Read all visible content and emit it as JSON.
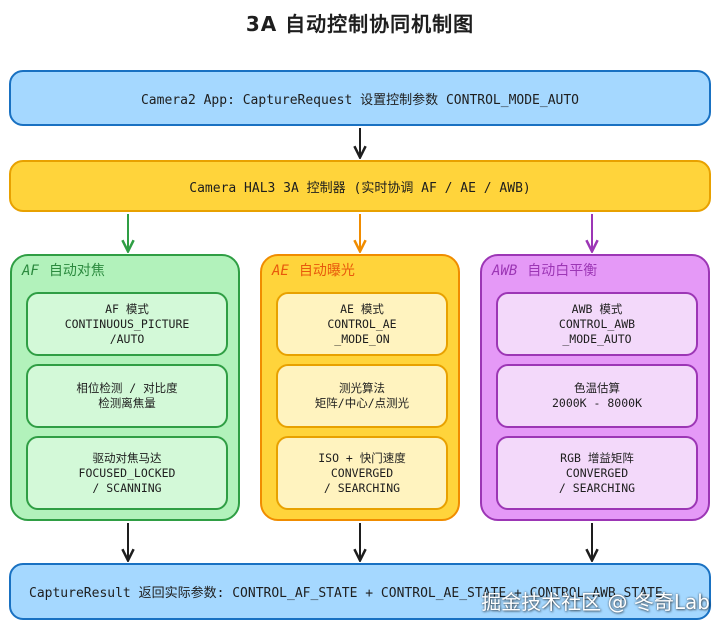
{
  "title": "3A 自动控制协同机制图",
  "app_layer": "Camera2 App: CaptureRequest 设置控制参数  CONTROL_MODE_AUTO",
  "hal_layer": "Camera HAL3  3A 控制器 (实时协调 AF / AE / AWB)",
  "result_layer": "CaptureResult 返回实际参数: CONTROL_AF_STATE + CONTROL_AE_STATE + CONTROL_AWB_STATE",
  "modules": {
    "af": {
      "abbr": "AF",
      "name": "自动对焦",
      "cards": [
        [
          "AF 模式",
          "CONTINUOUS_PICTURE",
          "/AUTO"
        ],
        [
          "相位检测 / 对比度",
          "检测离焦量"
        ],
        [
          "驱动对焦马达",
          "FOCUSED_LOCKED",
          "/ SCANNING"
        ]
      ]
    },
    "ae": {
      "abbr": "AE",
      "name": "自动曝光",
      "cards": [
        [
          "AE 模式",
          "CONTROL_AE",
          "_MODE_ON"
        ],
        [
          "测光算法",
          "矩阵/中心/点测光"
        ],
        [
          "ISO + 快门速度",
          "CONVERGED",
          "/ SEARCHING"
        ]
      ]
    },
    "awb": {
      "abbr": "AWB",
      "name": "自动白平衡",
      "cards": [
        [
          "AWB 模式",
          "CONTROL_AWB",
          "_MODE_AUTO"
        ],
        [
          "色温估算",
          "2000K - 8000K"
        ],
        [
          "RGB 增益矩阵",
          "CONVERGED",
          "/ SEARCHING"
        ]
      ]
    }
  },
  "watermark": "掘金技术社区 @ 冬奇Lab",
  "colors": {
    "app_fill": "#a5d8ff",
    "hal_fill": "#ffd43b",
    "af_accent": "#2f9e44",
    "ae_accent": "#f08c00",
    "awb_accent": "#9c36b5"
  }
}
